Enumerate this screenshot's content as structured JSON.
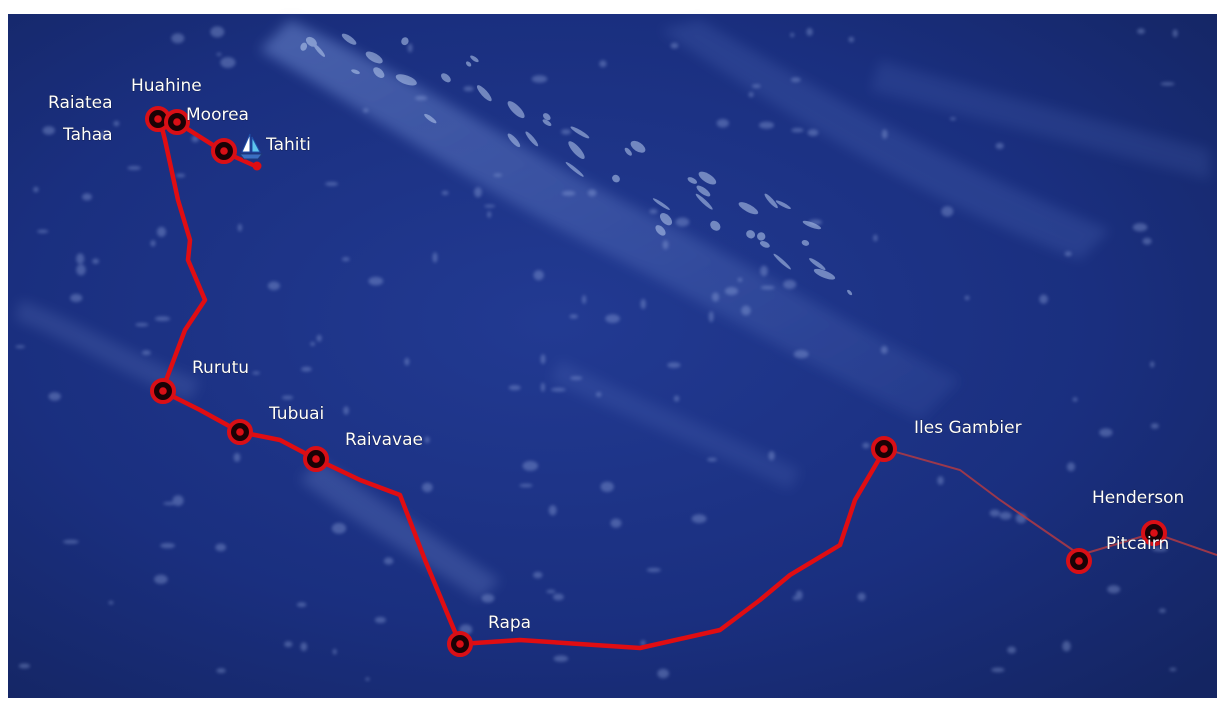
{
  "map": {
    "route_color": "#e00d12",
    "route_faint_color": "#b8383e",
    "ocean_color": "#1a2f82",
    "marker_color": "#d90f16",
    "places": [
      {
        "id": "raiatea",
        "name": "Raiatea"
      },
      {
        "id": "tahaa",
        "name": "Tahaa"
      },
      {
        "id": "huahine",
        "name": "Huahine"
      },
      {
        "id": "moorea",
        "name": "Moorea"
      },
      {
        "id": "tahiti",
        "name": "Tahiti"
      },
      {
        "id": "rurutu",
        "name": "Rurutu"
      },
      {
        "id": "tubuai",
        "name": "Tubuai"
      },
      {
        "id": "raivavae",
        "name": "Raivavae"
      },
      {
        "id": "rapa",
        "name": "Rapa"
      },
      {
        "id": "iles-gambier",
        "name": "Iles Gambier"
      },
      {
        "id": "henderson",
        "name": "Henderson"
      },
      {
        "id": "pitcairn",
        "name": "Pitcairn"
      }
    ],
    "boat_icon": "sailboat-icon"
  }
}
